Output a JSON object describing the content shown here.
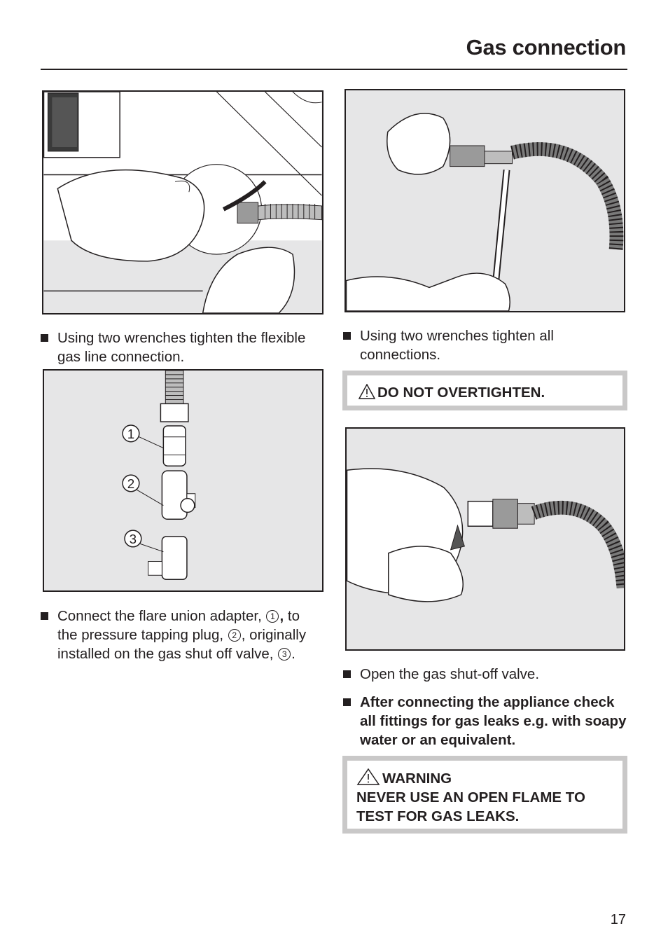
{
  "header": {
    "title": "Gas connection"
  },
  "steps": {
    "step1": "Using two wrenches tighten the flexible gas line connection.",
    "step2": "Using two wrenches tighten all connections.",
    "step3_a": "Connect the flare union adapter,",
    "step3_b": "to the pressure tapping plug,",
    "step3_c": "originally installed on the gas shut off valve,",
    "step4": "Open the gas shut-off valve.",
    "step5": "After connecting the appliance check all fittings for gas leaks e.g. with soapy water or an equivalent."
  },
  "callouts": {
    "overtighten": "DO NOT OVERTIGHTEN.",
    "warning_title": "WARNING",
    "warning_line1": "NEVER USE AN OPEN FLAME TO",
    "warning_line2": "TEST FOR GAS LEAKS."
  },
  "labels": {
    "n1": "1",
    "n2": "2",
    "n3": "3"
  },
  "footer": {
    "page_number": "17"
  },
  "colors": {
    "figure_bg": "#e6e6e7",
    "callout_border": "#c9c8c8",
    "ink": "#231f20"
  }
}
